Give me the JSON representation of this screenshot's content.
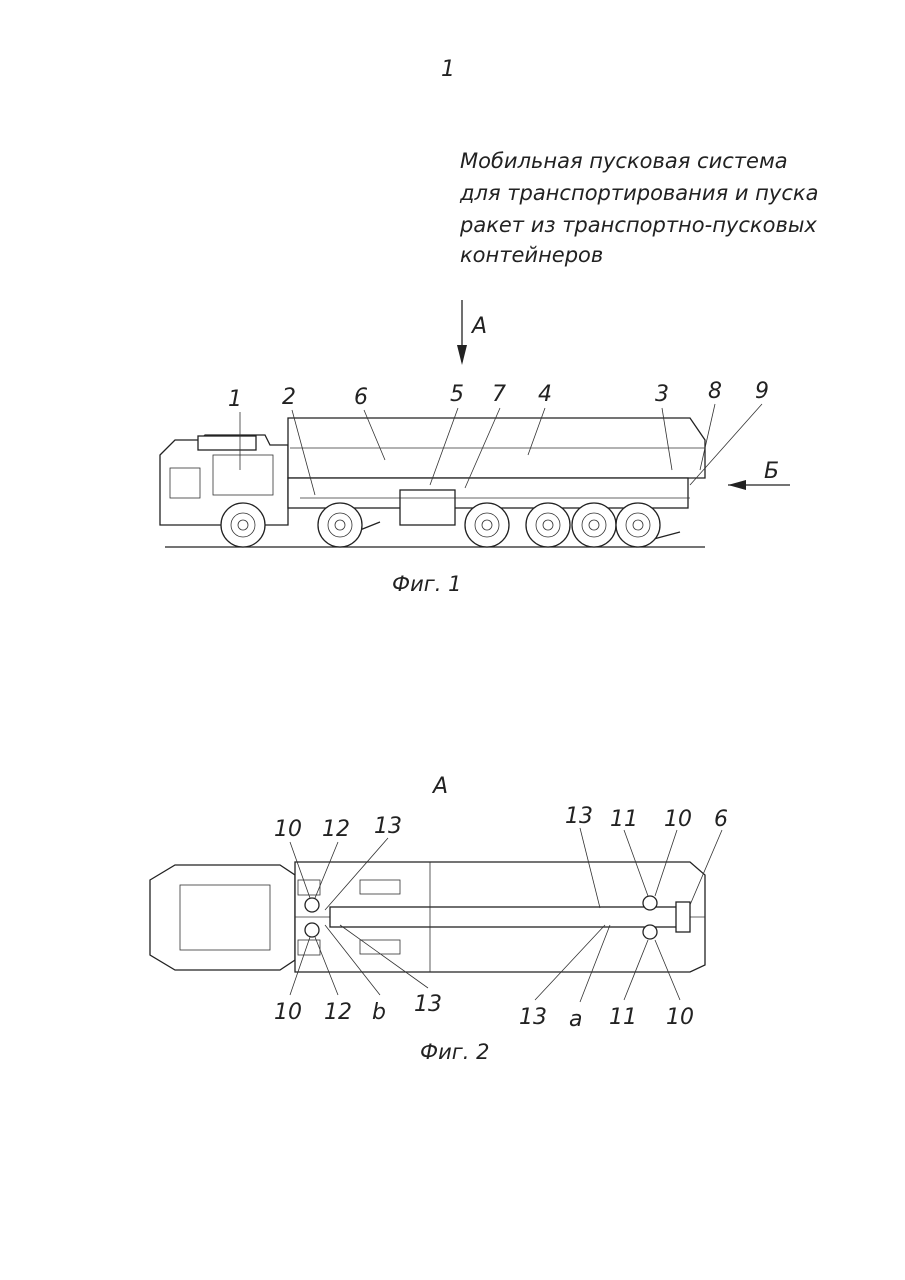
{
  "page_number": "1",
  "title_lines": [
    "Мобильная пусковая система",
    "для транспортирования и пуска",
    "ракет из транспортно-пусковых",
    "контейнеров"
  ],
  "figure1": {
    "caption": "Фиг. 1",
    "view_arrow_a": "А",
    "view_arrow_b": "Б",
    "labels": [
      "1",
      "2",
      "6",
      "5",
      "7",
      "4",
      "3",
      "8",
      "9"
    ]
  },
  "figure2": {
    "caption": "Фиг. 2",
    "view_title": "А",
    "labels_top": [
      "10",
      "12",
      "13",
      "13",
      "11",
      "10",
      "6"
    ],
    "labels_bottom": [
      "10",
      "12",
      "b",
      "13",
      "13",
      "a",
      "11",
      "10"
    ]
  }
}
